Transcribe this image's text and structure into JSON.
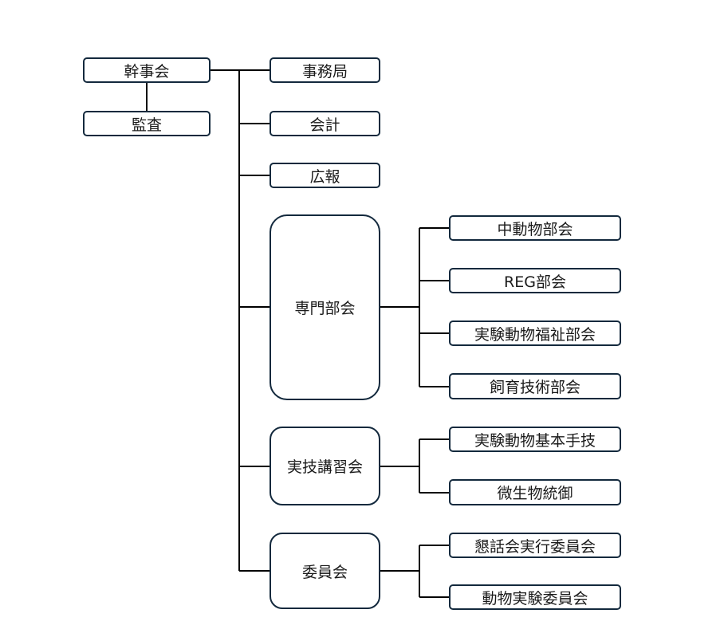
{
  "colors": {
    "border": "#13293d",
    "line": "#000000",
    "background": "#ffffff"
  },
  "org": {
    "kanjikai": "幹事会",
    "kansa": "監査",
    "jimukyoku": "事務局",
    "kaikei": "会計",
    "kouhou": "広報",
    "senmon_bukai": "専門部会",
    "chudoubutsu": "中動物部会",
    "reg": "REG部会",
    "fukushi": "実験動物福祉部会",
    "shiiku": "飼育技術部会",
    "jitsugi": "実技講習会",
    "kihon_shugi": "実験動物基本手技",
    "biseibutsu": "微生物統御",
    "iinkai": "委員会",
    "konwakai": "懇話会実行委員会",
    "doubutsu_jikken": "動物実験委員会"
  }
}
